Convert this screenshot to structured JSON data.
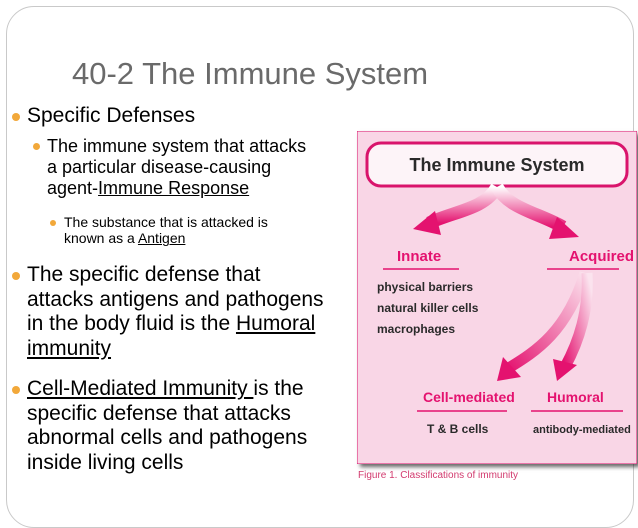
{
  "slide": {
    "title": "40-2 The Immune System",
    "bullets": [
      {
        "text": "Specific Defenses"
      },
      {
        "lines": [
          "The immune system that attacks",
          "a particular disease-causing"
        ],
        "line3_pre": "agent-",
        "line3_u": "Immune Response"
      },
      {
        "line1": "The substance that is attacked is",
        "line2_pre": "known as a ",
        "line2_u": "Antigen"
      },
      {
        "lines": [
          "The specific defense that",
          "attacks antigens and pathogens"
        ],
        "line3_pre": "in the body fluid is the ",
        "line3_u": "Humoral",
        "line4_u": "immunity"
      },
      {
        "line1_u": "Cell-Mediated Immunity ",
        "line1_post": "is the",
        "lines": [
          "specific defense that attacks",
          "abnormal cells and pathogens",
          "inside living cells"
        ]
      }
    ]
  },
  "figure": {
    "title": "The Immune System",
    "innate": "Innate",
    "acquired": "Acquired",
    "innate_items": [
      "physical barriers",
      "natural killer cells",
      "macrophages"
    ],
    "cell_mediated": "Cell-mediated",
    "humoral": "Humoral",
    "cell_mediated_desc": "T & B cells",
    "humoral_desc": "antibody-mediated",
    "caption": "Figure 1. Classifications of immunity",
    "colors": {
      "background": "#f9d6e6",
      "accent": "#e4126f",
      "border": "#d9146c"
    }
  }
}
